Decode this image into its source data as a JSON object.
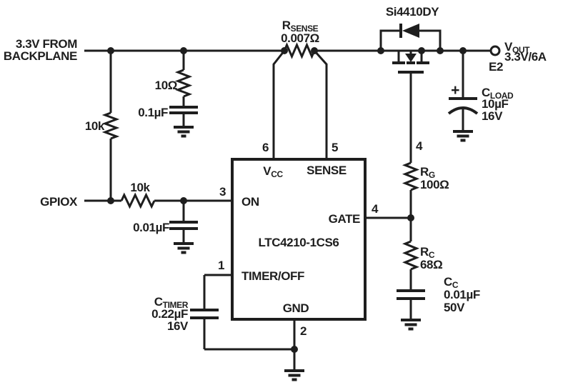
{
  "nets": {
    "input": {
      "line1": "3.3V FROM",
      "line2": "BACKPLANE"
    },
    "gpio": {
      "label": "GPIOX"
    },
    "vout": {
      "name": "V",
      "sub": "OUT",
      "value": "3.3V/6A",
      "terminal": "E2"
    }
  },
  "components": {
    "r_backplane_pulldown": {
      "value": "10k"
    },
    "r_supply_filter": {
      "value": "10Ω"
    },
    "c_supply_filter": {
      "value": "0.1µF"
    },
    "r_sense": {
      "name": "R",
      "sub": "SENSE",
      "value": "0.007Ω"
    },
    "q_pass": {
      "part": "Si4410DY",
      "gate_pin": "4"
    },
    "c_load": {
      "name": "C",
      "sub": "LOAD",
      "value": "10µF",
      "voltage": "16V",
      "plus": "+"
    },
    "r_on": {
      "value": "10k"
    },
    "c_on": {
      "value": "0.01µF"
    },
    "c_timer": {
      "name": "C",
      "sub": "TIMER",
      "value": "0.22µF",
      "voltage": "16V"
    },
    "r_g": {
      "name": "R",
      "sub": "G",
      "value": "100Ω"
    },
    "r_c": {
      "name": "R",
      "sub": "C",
      "value": "68Ω"
    },
    "c_c": {
      "name": "C",
      "sub": "C",
      "value": "0.01µF",
      "voltage": "50V"
    }
  },
  "ic": {
    "part": "LTC4210-1CS6",
    "pins": {
      "vcc": {
        "number": "6",
        "name": "V",
        "sub": "CC"
      },
      "sense": {
        "number": "5",
        "name": "SENSE"
      },
      "on": {
        "number": "3",
        "name": "ON"
      },
      "gate": {
        "number": "4",
        "name": "GATE"
      },
      "timer_off": {
        "number": "1",
        "name": "TIMER/OFF"
      },
      "gnd": {
        "number": "2",
        "name": "GND"
      }
    }
  }
}
